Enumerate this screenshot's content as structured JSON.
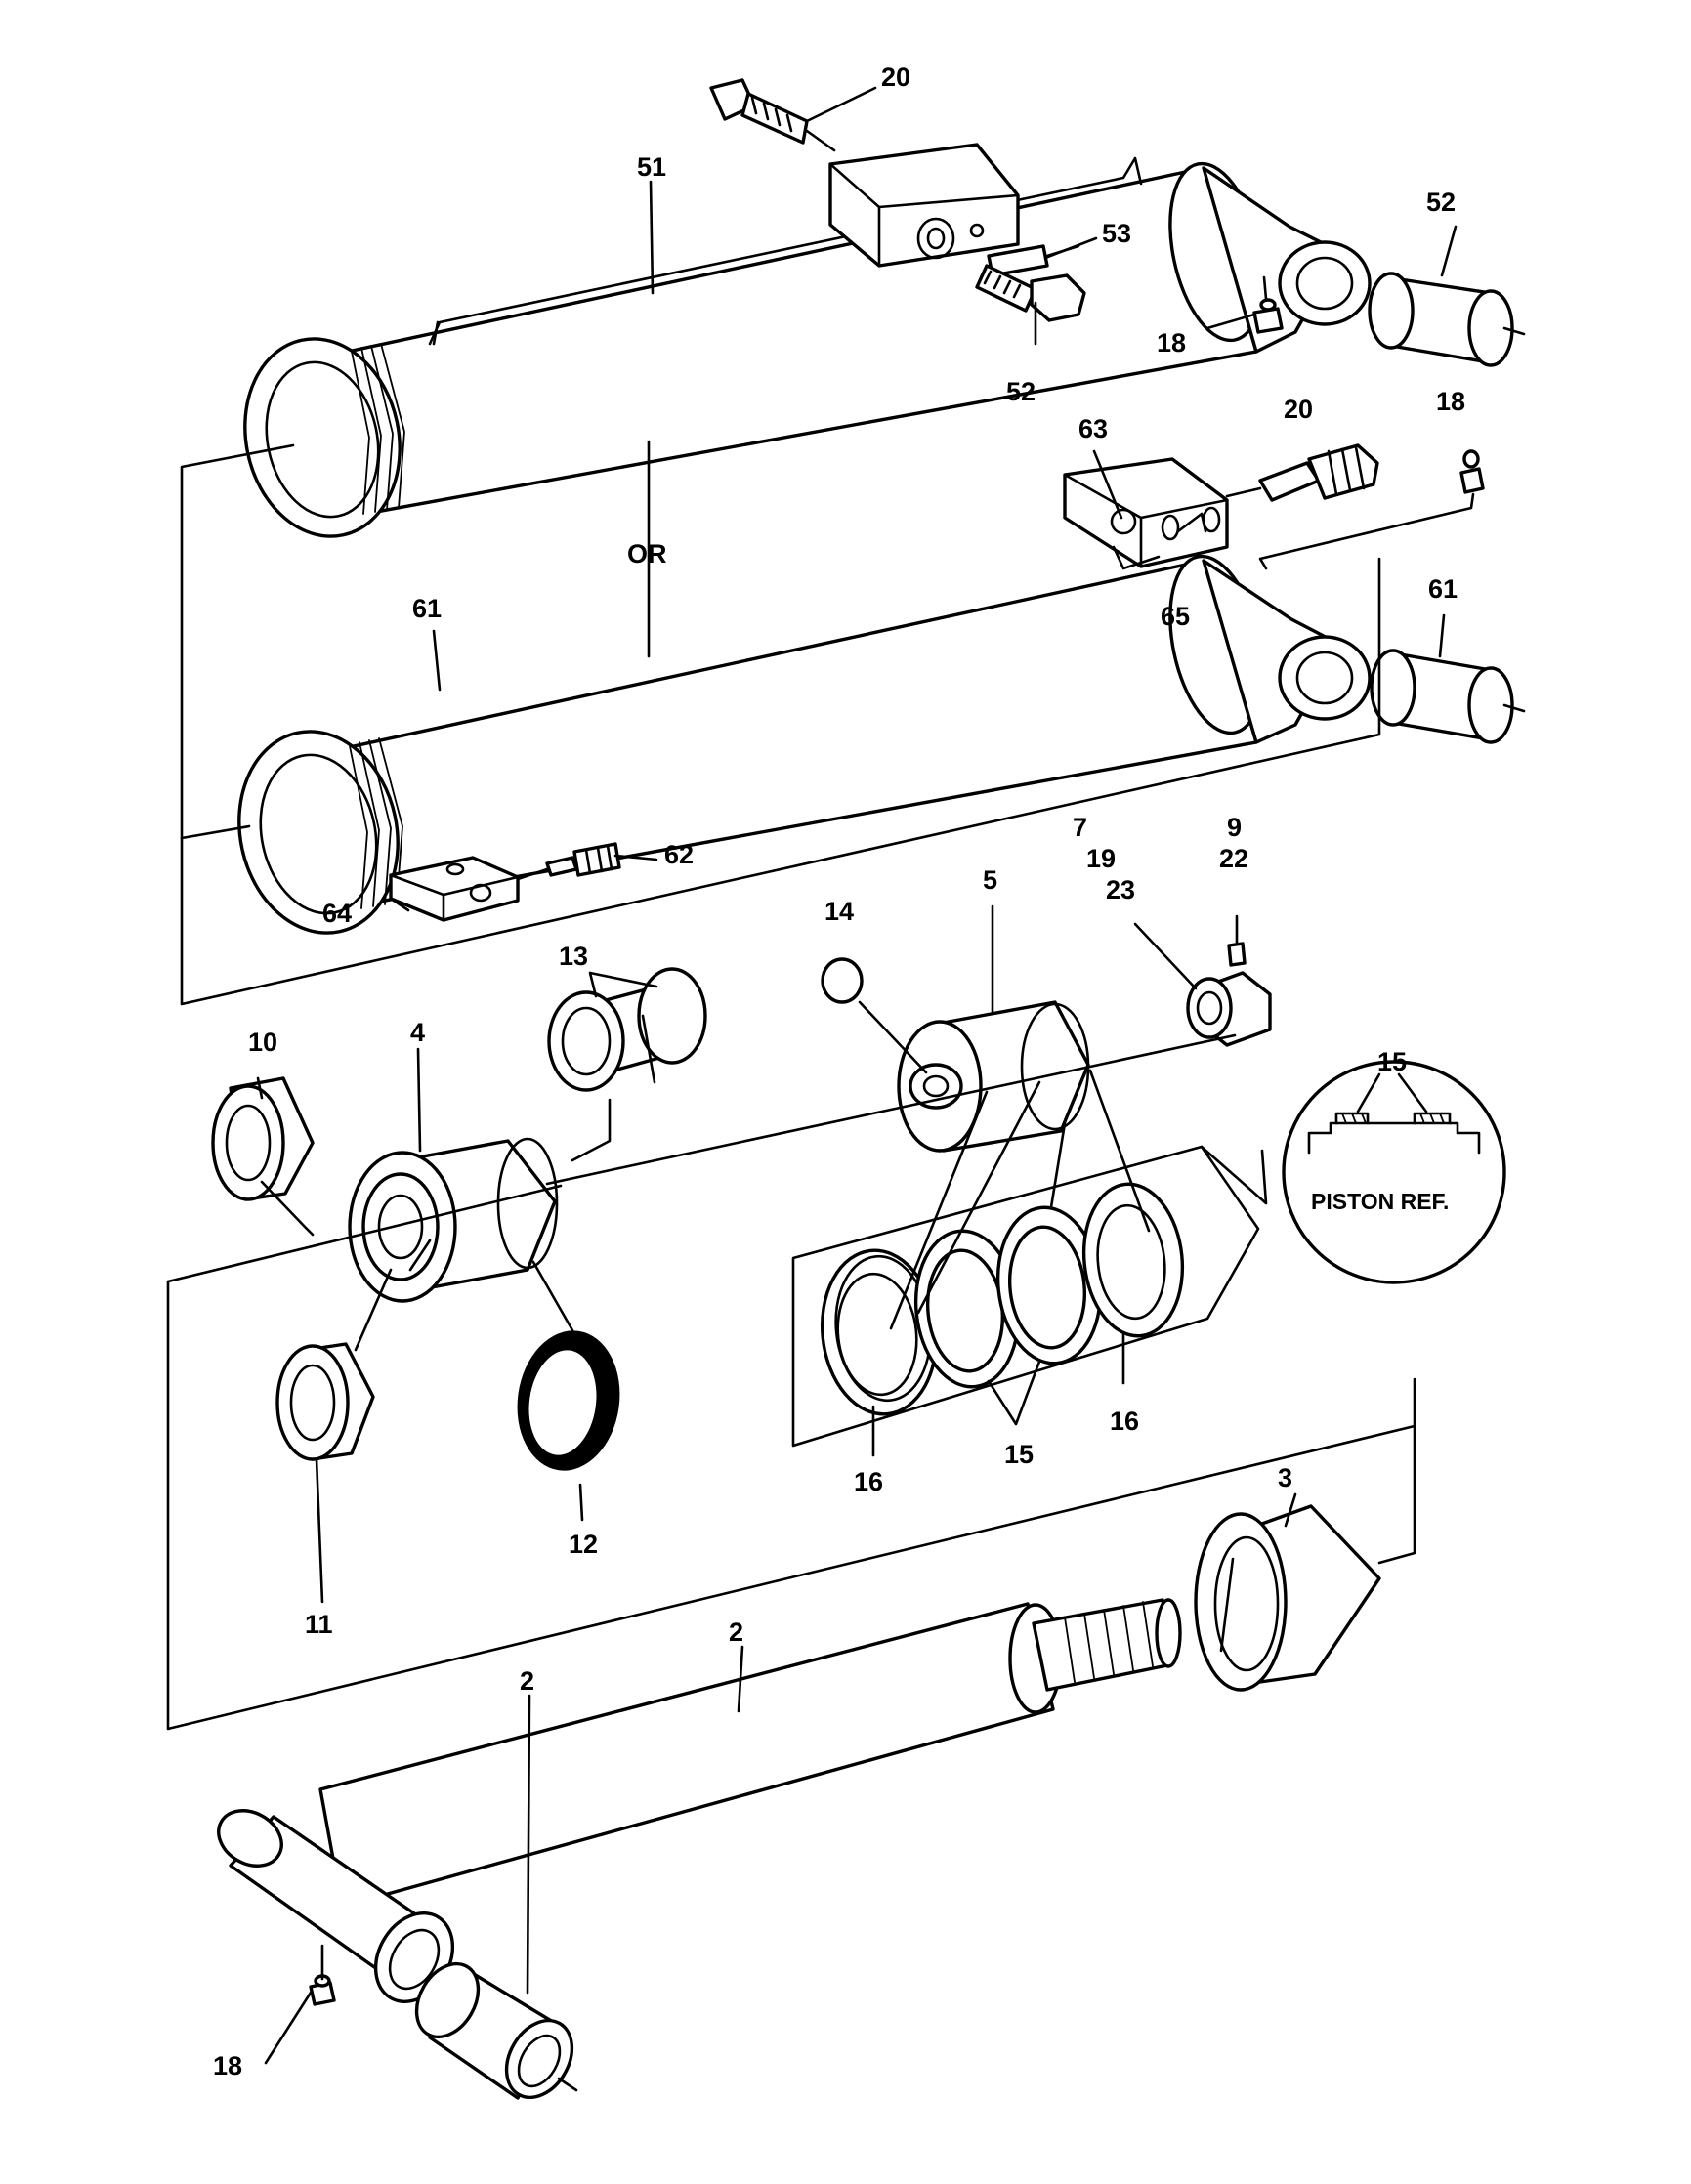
{
  "labels": {
    "l20a": "20",
    "l51": "51",
    "l53": "53",
    "l52a": "52",
    "l52b": "52",
    "l18a": "18",
    "l63": "63",
    "l20b": "20",
    "l18b": "18",
    "lor": "OR",
    "l65": "65",
    "l61a": "61",
    "l61b": "61",
    "l62": "62",
    "l64": "64",
    "l7": "7",
    "l19": "19",
    "l23": "23",
    "l9": "9",
    "l22": "22",
    "l14": "14",
    "l5": "5",
    "l13": "13",
    "l10": "10",
    "l4": "4",
    "l15a": "15",
    "l16a": "16",
    "l16b": "16",
    "l15b": "15",
    "l11": "11",
    "l12": "12",
    "l3": "3",
    "l2a": "2",
    "l2b": "2",
    "l18c": "18"
  },
  "inset": {
    "title": "PISTON REF.",
    "callout": "15"
  }
}
